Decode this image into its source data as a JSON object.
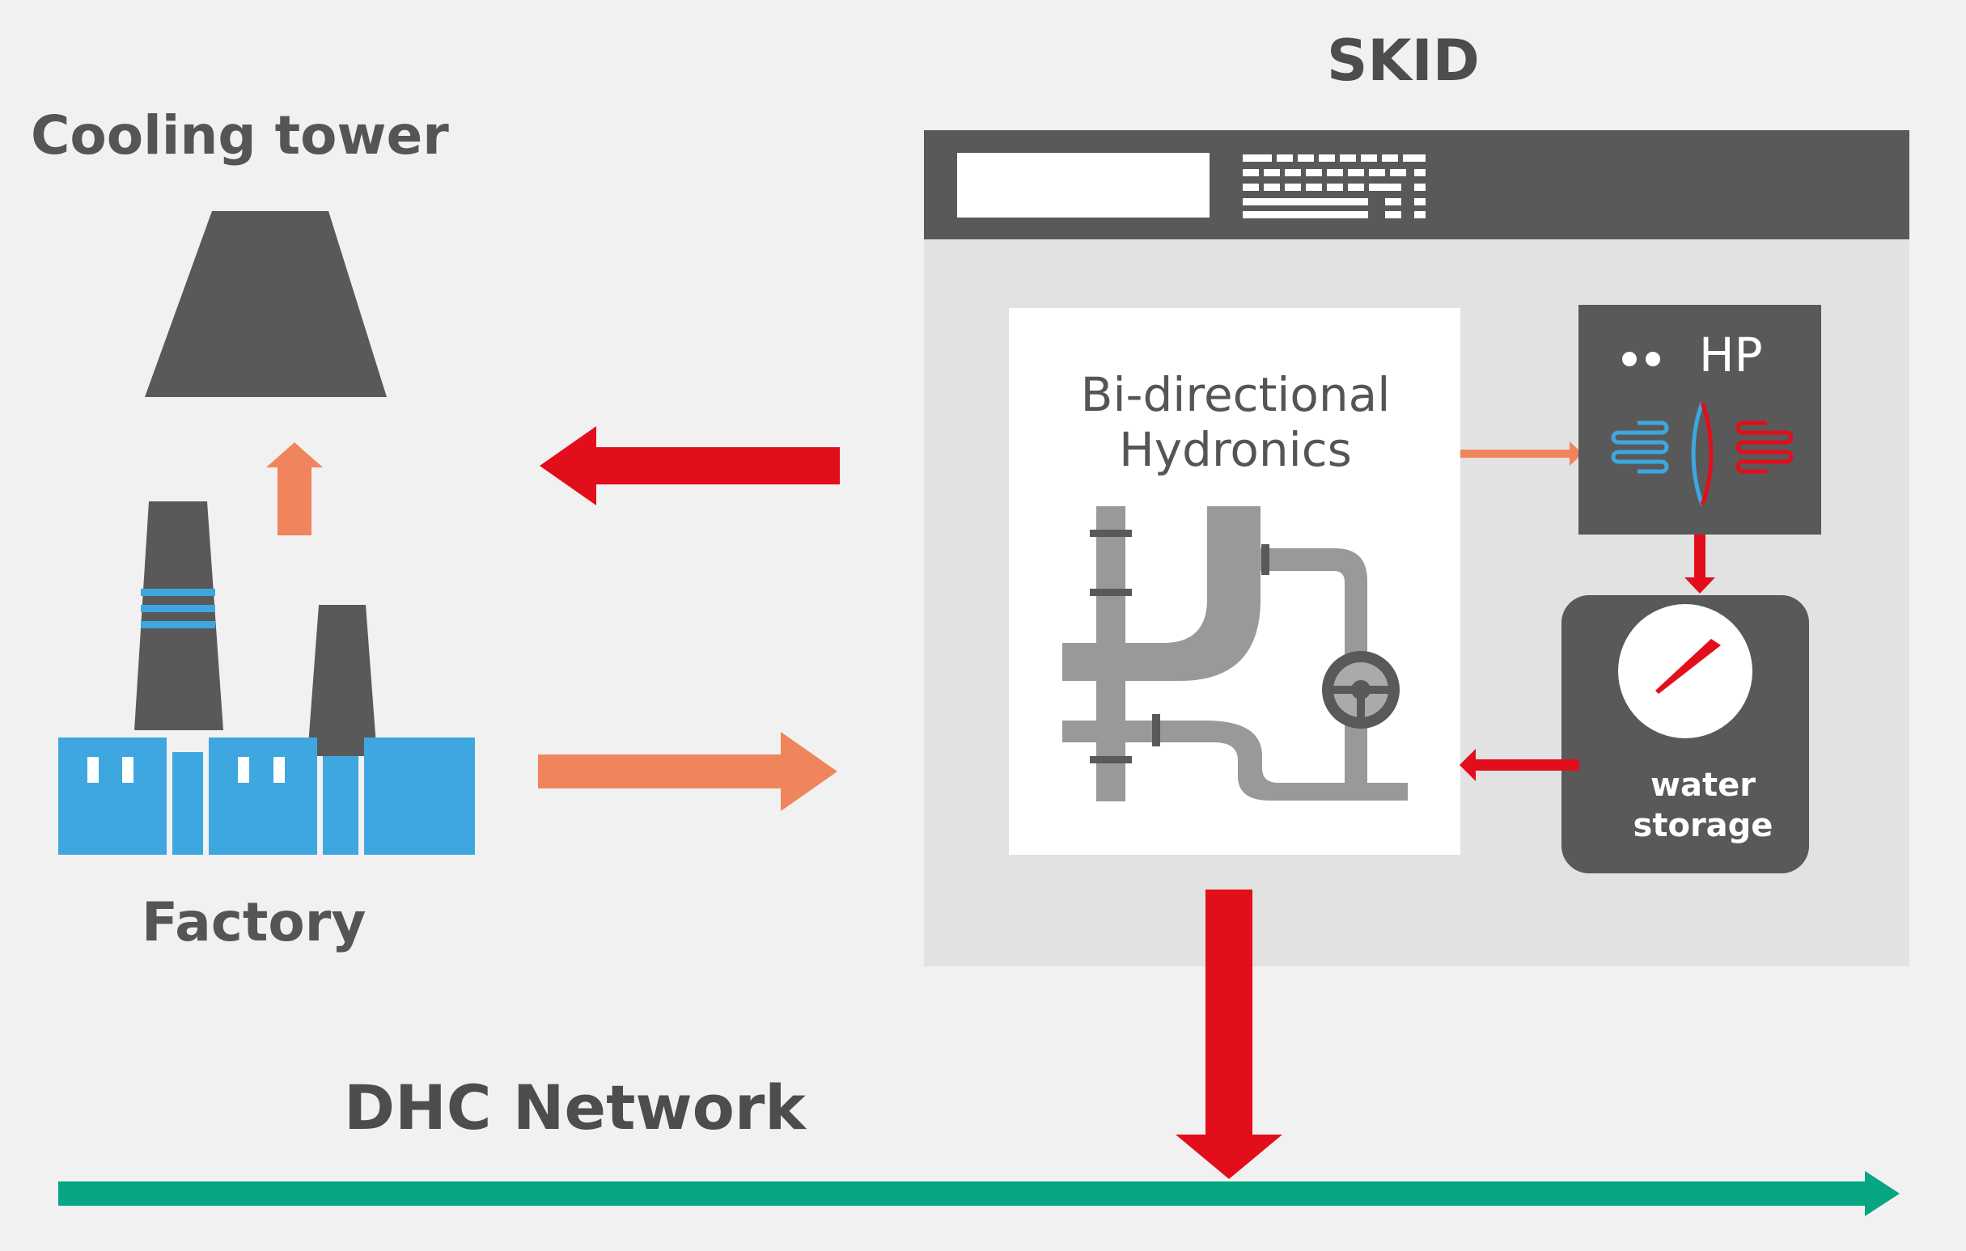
{
  "labels": {
    "skid": "SKID",
    "cooling_tower": "Cooling tower",
    "factory": "Factory",
    "hydronics_line1": "Bi-directional",
    "hydronics_line2": "Hydronics",
    "heat_pump": "HP",
    "storage_line1": "water",
    "storage_line2": "storage",
    "network": "DHC Network"
  },
  "colors": {
    "background": "#f1f1f1",
    "dark_gray": "#595959",
    "panel_gray": "#e2e2e2",
    "red_arrow": "#e20e1b",
    "orange_arrow": "#f0845c",
    "factory_blue": "#3ea7e0",
    "cold_blue": "#3ea7e0",
    "network_green": "#06a682",
    "pipe_gray": "#999999"
  },
  "icons": [
    "cooling-tower-icon",
    "factory-icon",
    "control-panel-icon",
    "pipes-icon",
    "valve-icon",
    "heat-pump-icon",
    "gauge-icon"
  ]
}
